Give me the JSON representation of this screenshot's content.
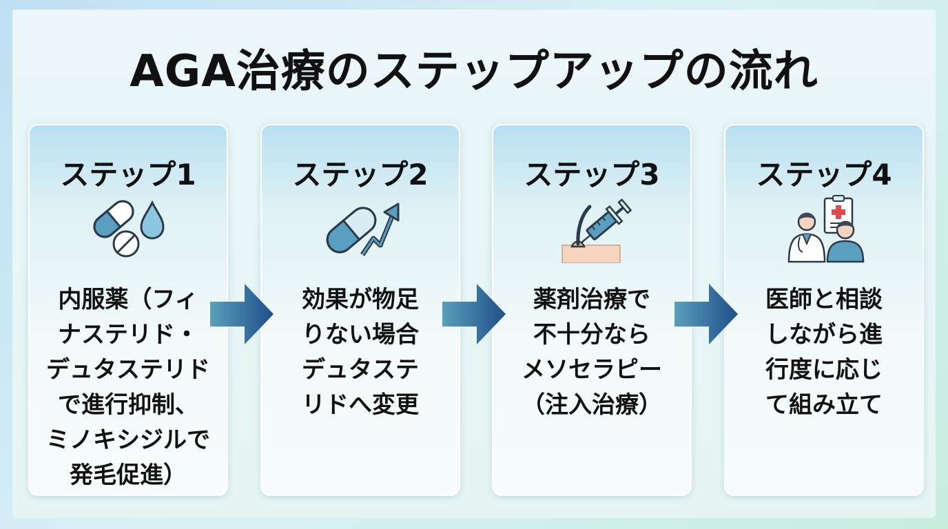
{
  "title": "AGA治療のステップアップの流れ",
  "colors": {
    "accent": "#1f4f8a",
    "icon_blue": "#5b9fc0",
    "skin": "#f6d4c0"
  },
  "steps": [
    {
      "title": "ステップ1",
      "icon": "pills-and-droplet-icon",
      "lines": [
        "内服薬（フィ",
        "ナステリド・",
        "デュタステリド",
        "で進行抑制、",
        "ミノキシジルで",
        "発毛促進）"
      ]
    },
    {
      "title": "ステップ2",
      "icon": "capsule-with-up-arrow-icon",
      "lines": [
        "効果が物足",
        "りない場合",
        "デュタステ",
        "リドへ変更"
      ]
    },
    {
      "title": "ステップ3",
      "icon": "syringe-scalp-icon",
      "lines": [
        "薬剤治療で",
        "不十分なら",
        "メソセラピー",
        "（注入治療）"
      ]
    },
    {
      "title": "ステップ4",
      "icon": "doctor-consultation-icon",
      "lines": [
        "医師と相談",
        "しながら進",
        "行度に応じ",
        "て組み立て"
      ]
    }
  ]
}
